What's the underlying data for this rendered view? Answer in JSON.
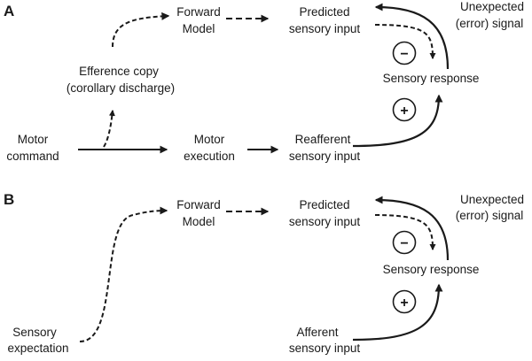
{
  "panels": [
    {
      "letter": "A",
      "forward_model": [
        "Forward",
        "Model"
      ],
      "predicted": [
        "Predicted",
        "sensory input"
      ],
      "unexpected": [
        "Unexpected",
        "(error) signal"
      ],
      "minus": "−",
      "sensory_response": "Sensory response",
      "plus": "+",
      "efference": [
        "Efference copy",
        "(corollary discharge)"
      ],
      "motor_command": [
        "Motor",
        "command"
      ],
      "motor_execution": [
        "Motor",
        "execution"
      ],
      "reafferent": [
        "Reafferent",
        "sensory input"
      ]
    },
    {
      "letter": "B",
      "forward_model": [
        "Forward",
        "Model"
      ],
      "predicted": [
        "Predicted",
        "sensory input"
      ],
      "unexpected": [
        "Unexpected",
        "(error) signal"
      ],
      "minus": "−",
      "sensory_response": "Sensory response",
      "plus": "+",
      "sensory_expectation": [
        "Sensory",
        "expectation"
      ],
      "afferent": [
        "Afferent",
        "sensory input"
      ]
    }
  ]
}
